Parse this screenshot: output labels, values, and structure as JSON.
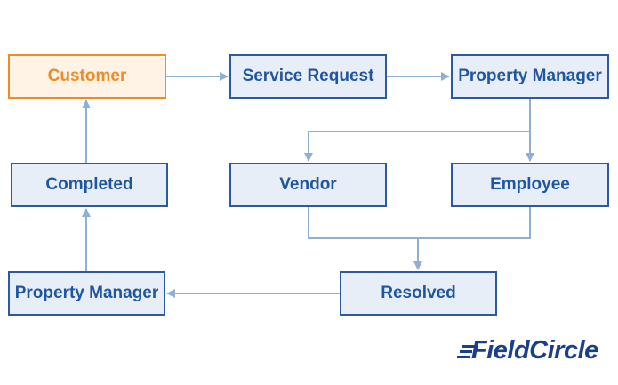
{
  "nodes": {
    "customer": "Customer",
    "service_request": "Service Request",
    "property_manager_top": "Property Manager",
    "completed": "Completed",
    "vendor": "Vendor",
    "employee": "Employee",
    "property_manager_bottom": "Property Manager",
    "resolved": "Resolved"
  },
  "logo": {
    "text": "FieldCircle"
  },
  "colors": {
    "box_border": "#2b5aa3",
    "box_fill": "#e8eef8",
    "box_text": "#1f56a2",
    "highlight": "#f08a24",
    "highlight_fill": "#fff3e6",
    "connector": "#8fb0d6",
    "logo": "#1a3f8c"
  }
}
